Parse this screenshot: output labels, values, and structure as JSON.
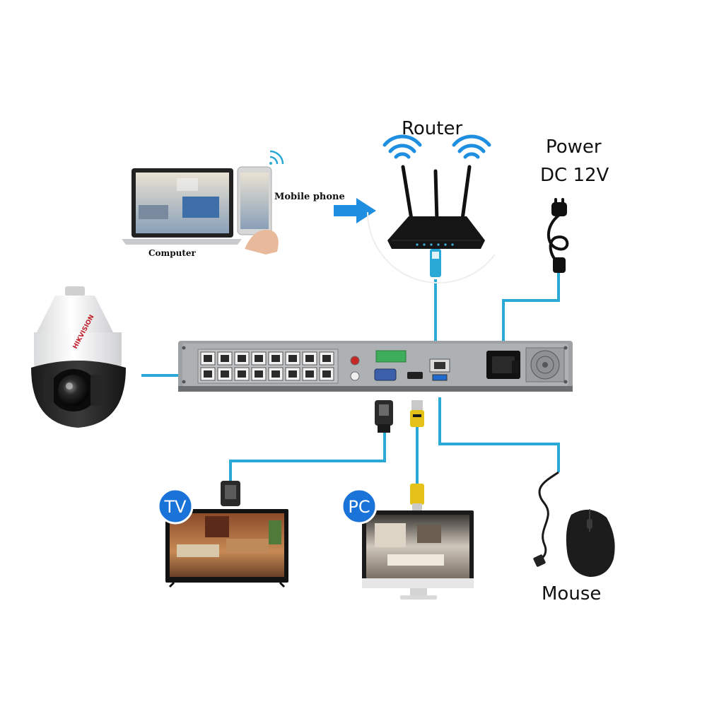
{
  "labels": {
    "router": "Router",
    "power_line1": "Power",
    "power_line2": "DC 12V",
    "mobile_phone": "Mobile phone",
    "computer": "Computer",
    "mouse": "Mouse",
    "tv_badge": "TV",
    "pc_badge": "PC",
    "camera_brand": "HIKVISION"
  },
  "colors": {
    "connector_line": "#2aa9d6",
    "badge_blue": "#1a73d9",
    "arrow_blue": "#1e8fe0",
    "nvr_body": "#a9acae",
    "dark": "#1c1c1c"
  },
  "icons": {
    "wifi": "wifi-icon",
    "arrow": "arrow-right-icon"
  }
}
